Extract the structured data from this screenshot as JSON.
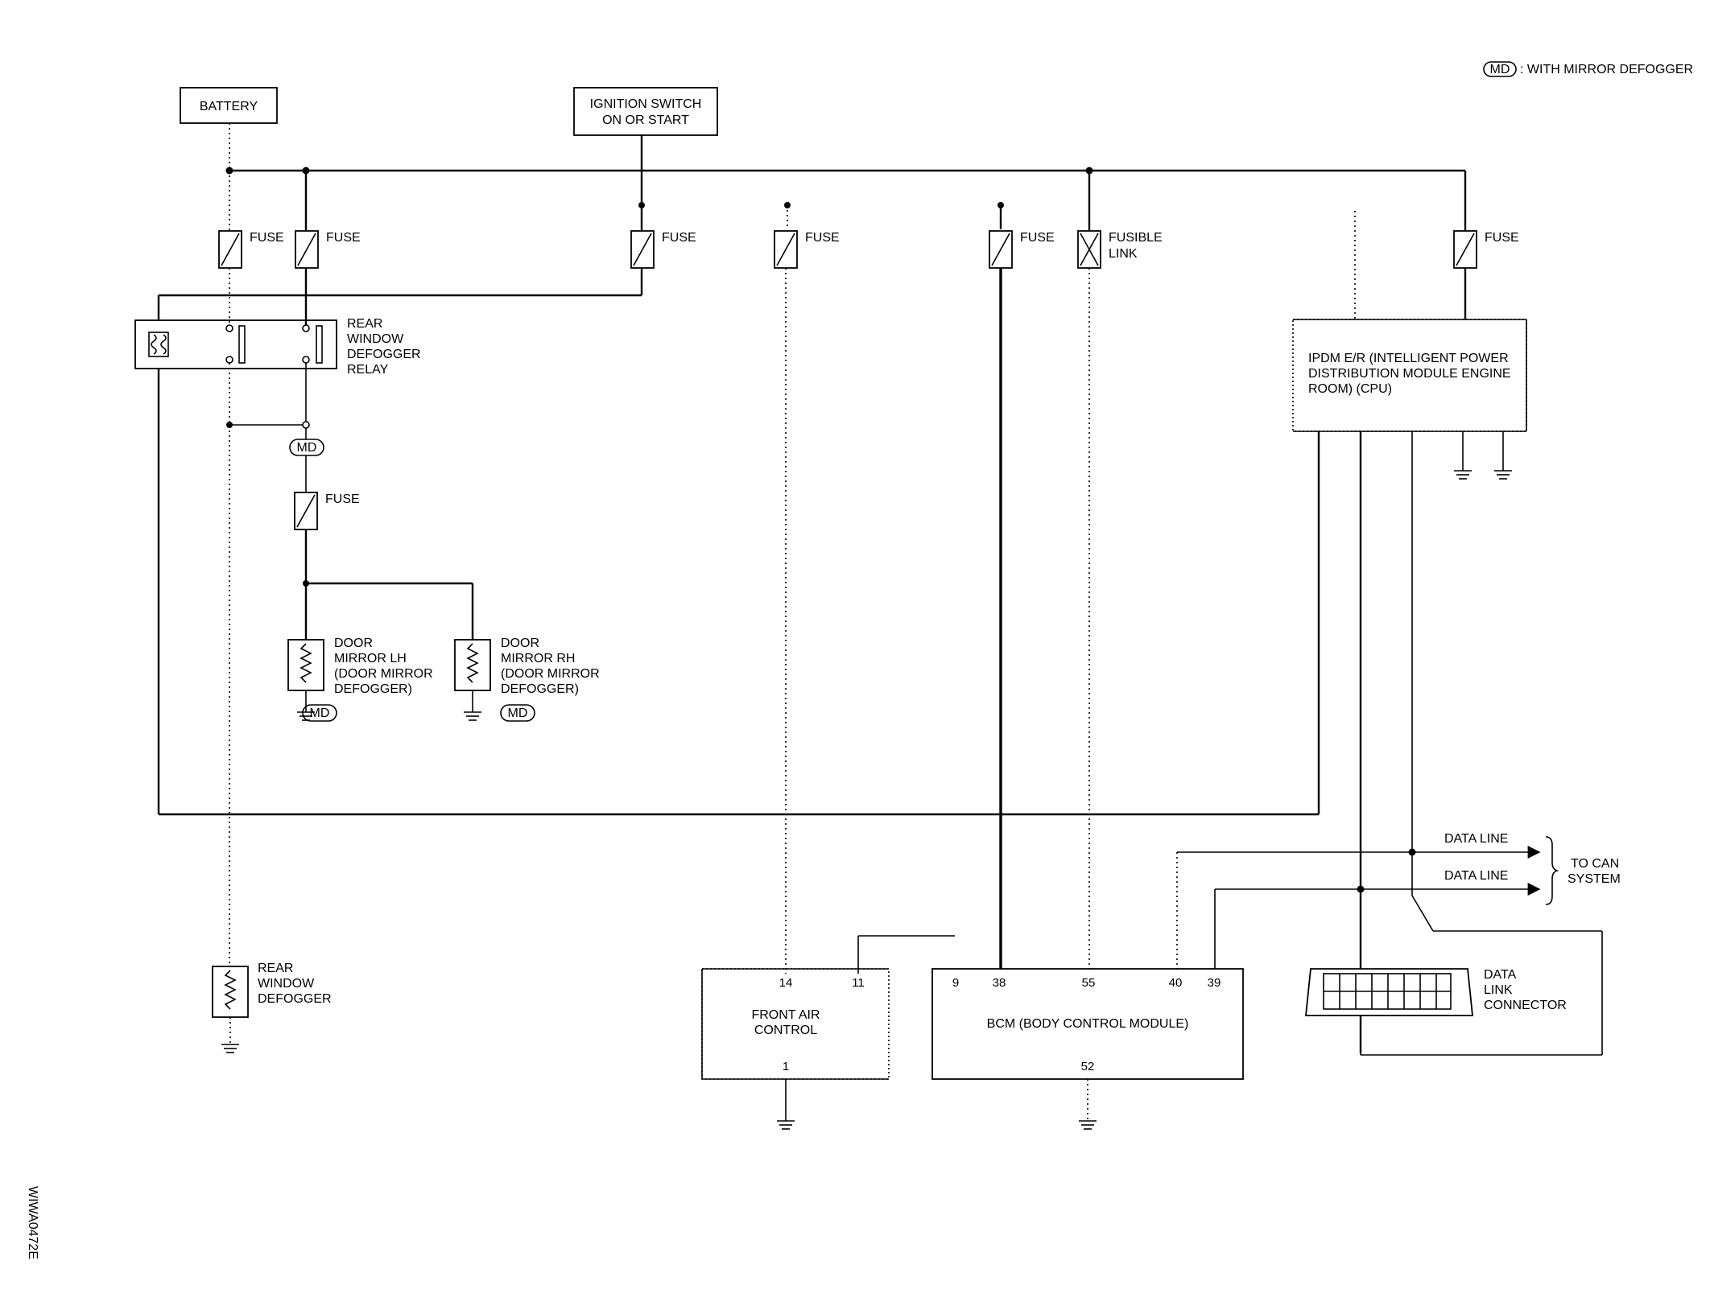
{
  "legend": {
    "badge": "MD",
    "text": ": WITH MIRROR DEFOGGER"
  },
  "battery": "BATTERY",
  "ignition": {
    "line1": "IGNITION SWITCH",
    "line2": "ON OR START"
  },
  "fuse_label": "FUSE",
  "fusible_link": {
    "line1": "FUSIBLE",
    "line2": "LINK"
  },
  "relay": {
    "lines": [
      "REAR",
      "WINDOW",
      "DEFOGGER",
      "RELAY"
    ]
  },
  "md_badge": "MD",
  "mirror_lh": {
    "lines": [
      "DOOR",
      "MIRROR LH",
      "(DOOR MIRROR",
      "DEFOGGER)"
    ]
  },
  "mirror_rh": {
    "lines": [
      "DOOR",
      "MIRROR RH",
      "(DOOR MIRROR",
      "DEFOGGER)"
    ]
  },
  "ipdm": {
    "lines": [
      "IPDM E/R (INTELLIGENT POWER",
      "DISTRIBUTION MODULE ENGINE",
      "ROOM) (CPU)"
    ]
  },
  "rear_defogger": {
    "lines": [
      "REAR",
      "WINDOW",
      "DEFOGGER"
    ]
  },
  "front_air": {
    "lines": [
      "FRONT AIR",
      "CONTROL"
    ],
    "pins_top": [
      "14",
      "11"
    ],
    "pin_bottom": "1"
  },
  "bcm": {
    "label": "BCM (BODY CONTROL MODULE)",
    "pins_top": [
      "9",
      "38",
      "55",
      "40",
      "39"
    ],
    "pin_bottom": "52"
  },
  "data_line": "DATA LINE",
  "can": {
    "line1": "TO CAN",
    "line2": "SYSTEM"
  },
  "dlc": {
    "lines": [
      "DATA",
      "LINK",
      "CONNECTOR"
    ]
  },
  "figure_id": "WIWA0472E"
}
